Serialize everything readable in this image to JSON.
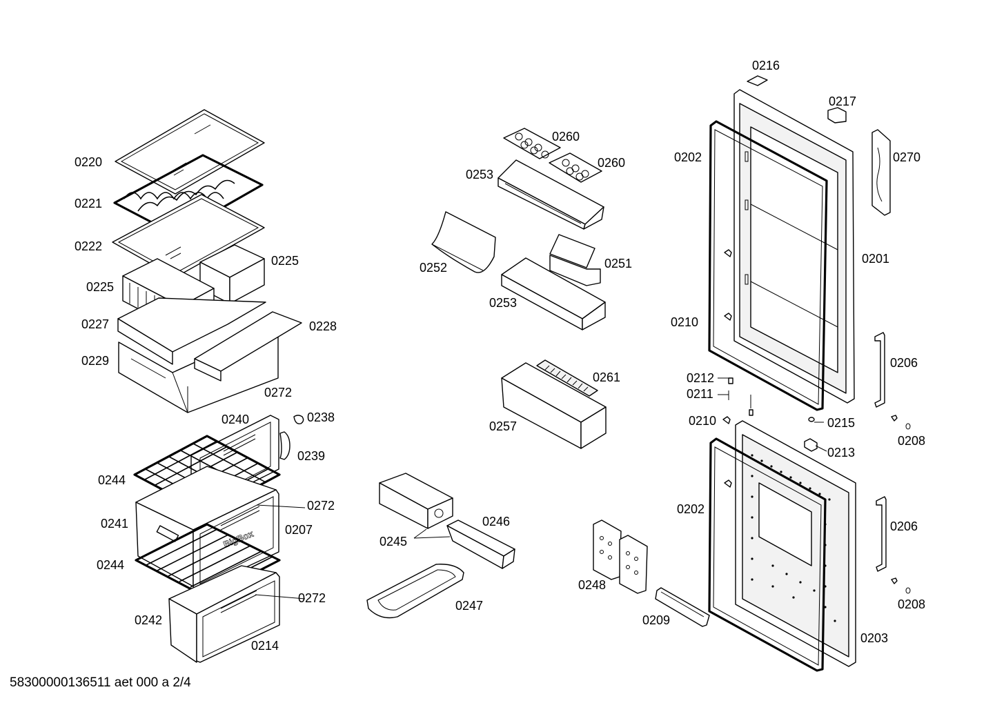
{
  "parts": [
    {
      "id": "0220"
    },
    {
      "id": "0221"
    },
    {
      "id": "0222"
    },
    {
      "id": "0225"
    },
    {
      "id": "0225"
    },
    {
      "id": "0227"
    },
    {
      "id": "0229"
    },
    {
      "id": "0228"
    },
    {
      "id": "0272"
    },
    {
      "id": "0240"
    },
    {
      "id": "0238"
    },
    {
      "id": "0239"
    },
    {
      "id": "0244"
    },
    {
      "id": "0272"
    },
    {
      "id": "0241"
    },
    {
      "id": "0207"
    },
    {
      "id": "0244"
    },
    {
      "id": "0272"
    },
    {
      "id": "0242"
    },
    {
      "id": "0214"
    },
    {
      "id": "0260"
    },
    {
      "id": "0260"
    },
    {
      "id": "0253"
    },
    {
      "id": "0252"
    },
    {
      "id": "0251"
    },
    {
      "id": "0253"
    },
    {
      "id": "0261"
    },
    {
      "id": "0257"
    },
    {
      "id": "0246"
    },
    {
      "id": "0245"
    },
    {
      "id": "0247"
    },
    {
      "id": "0248"
    },
    {
      "id": "0209"
    },
    {
      "id": "0216"
    },
    {
      "id": "0217"
    },
    {
      "id": "0202"
    },
    {
      "id": "0270"
    },
    {
      "id": "0201"
    },
    {
      "id": "0210"
    },
    {
      "id": "0206"
    },
    {
      "id": "0212"
    },
    {
      "id": "0211"
    },
    {
      "id": "0210"
    },
    {
      "id": "0215"
    },
    {
      "id": "0208"
    },
    {
      "id": "0213"
    },
    {
      "id": "0202"
    },
    {
      "id": "0206"
    },
    {
      "id": "0208"
    },
    {
      "id": "0203"
    }
  ],
  "embossed_text": "BigBox",
  "footer": "58300000136511 aet 000 a 2/4"
}
